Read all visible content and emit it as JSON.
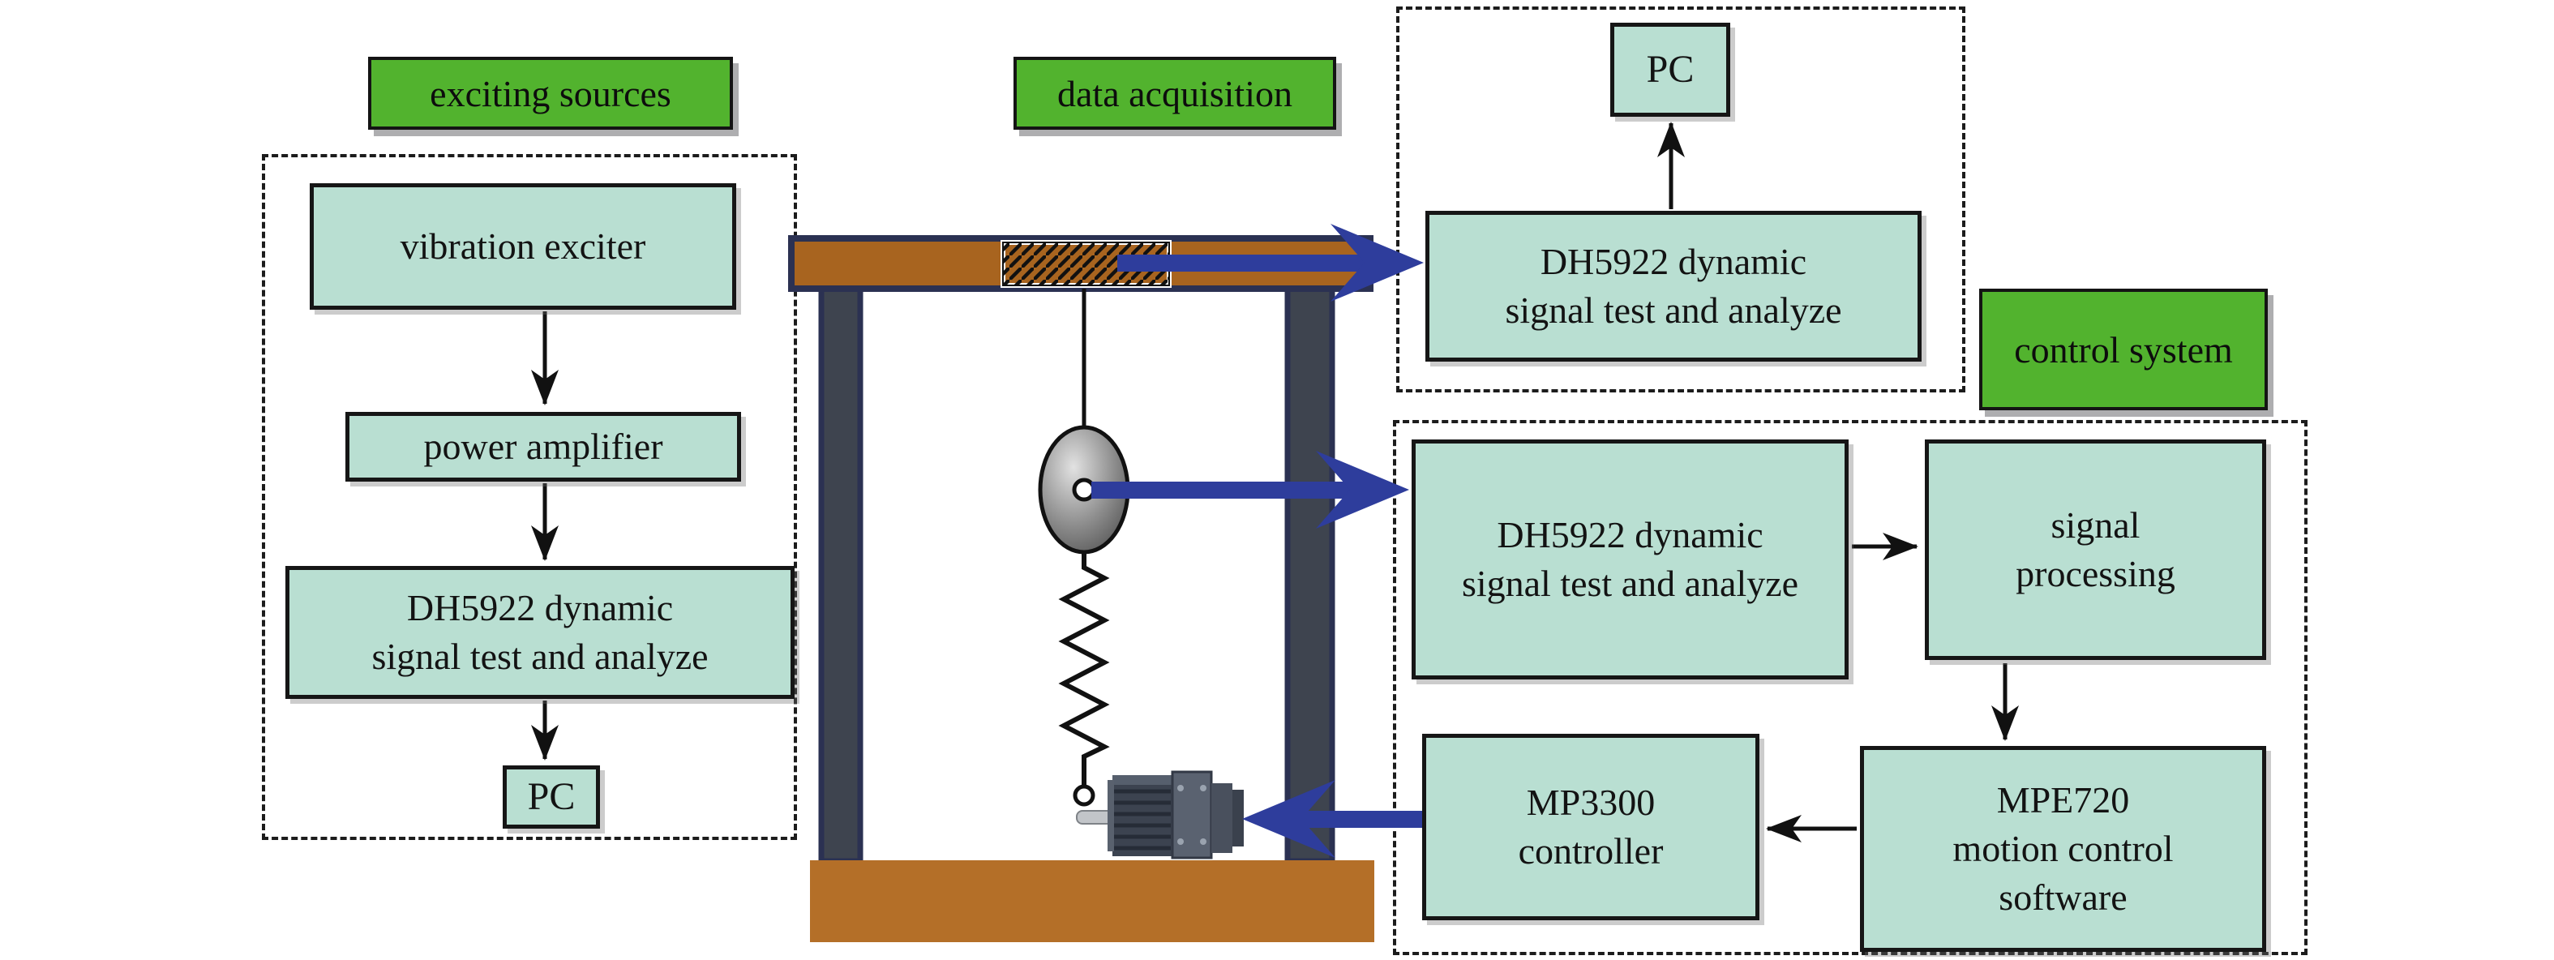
{
  "colors": {
    "green": "#52b32e",
    "mint": "#b9dfd2",
    "ink": "#131313",
    "blue": "#2e3d9c",
    "navy": "#2b3152",
    "brown-bar": "#a8641f",
    "brown-base": "#b46f28",
    "post-gray": "#3e444f",
    "metal-dark": "#3c4350",
    "metal-mid": "#5a6270",
    "metal-light": "#c2c5c9"
  },
  "sections": {
    "exciting_sources": {
      "label": "exciting sources",
      "vibration_exciter": "vibration exciter",
      "power_amplifier": "power amplifier",
      "dh5922": "DH5922 dynamic\nsignal test and analyze",
      "pc": "PC"
    },
    "data_acquisition": {
      "label": "data acquisition",
      "dh5922": "DH5922 dynamic\nsignal test and analyze",
      "pc": "PC"
    },
    "control_system": {
      "label": "control system",
      "dh5922": "DH5922 dynamic\nsignal test and analyze",
      "signal_processing": "signal\nprocessing",
      "mpe720": "MPE720\nmotion control\nsoftware",
      "mp3300": "MP3300\ncontroller"
    }
  },
  "apparatus": {
    "parts": [
      "top bar",
      "hatched mount",
      "left post",
      "right post",
      "string",
      "pulley",
      "spring",
      "motor",
      "base"
    ]
  }
}
